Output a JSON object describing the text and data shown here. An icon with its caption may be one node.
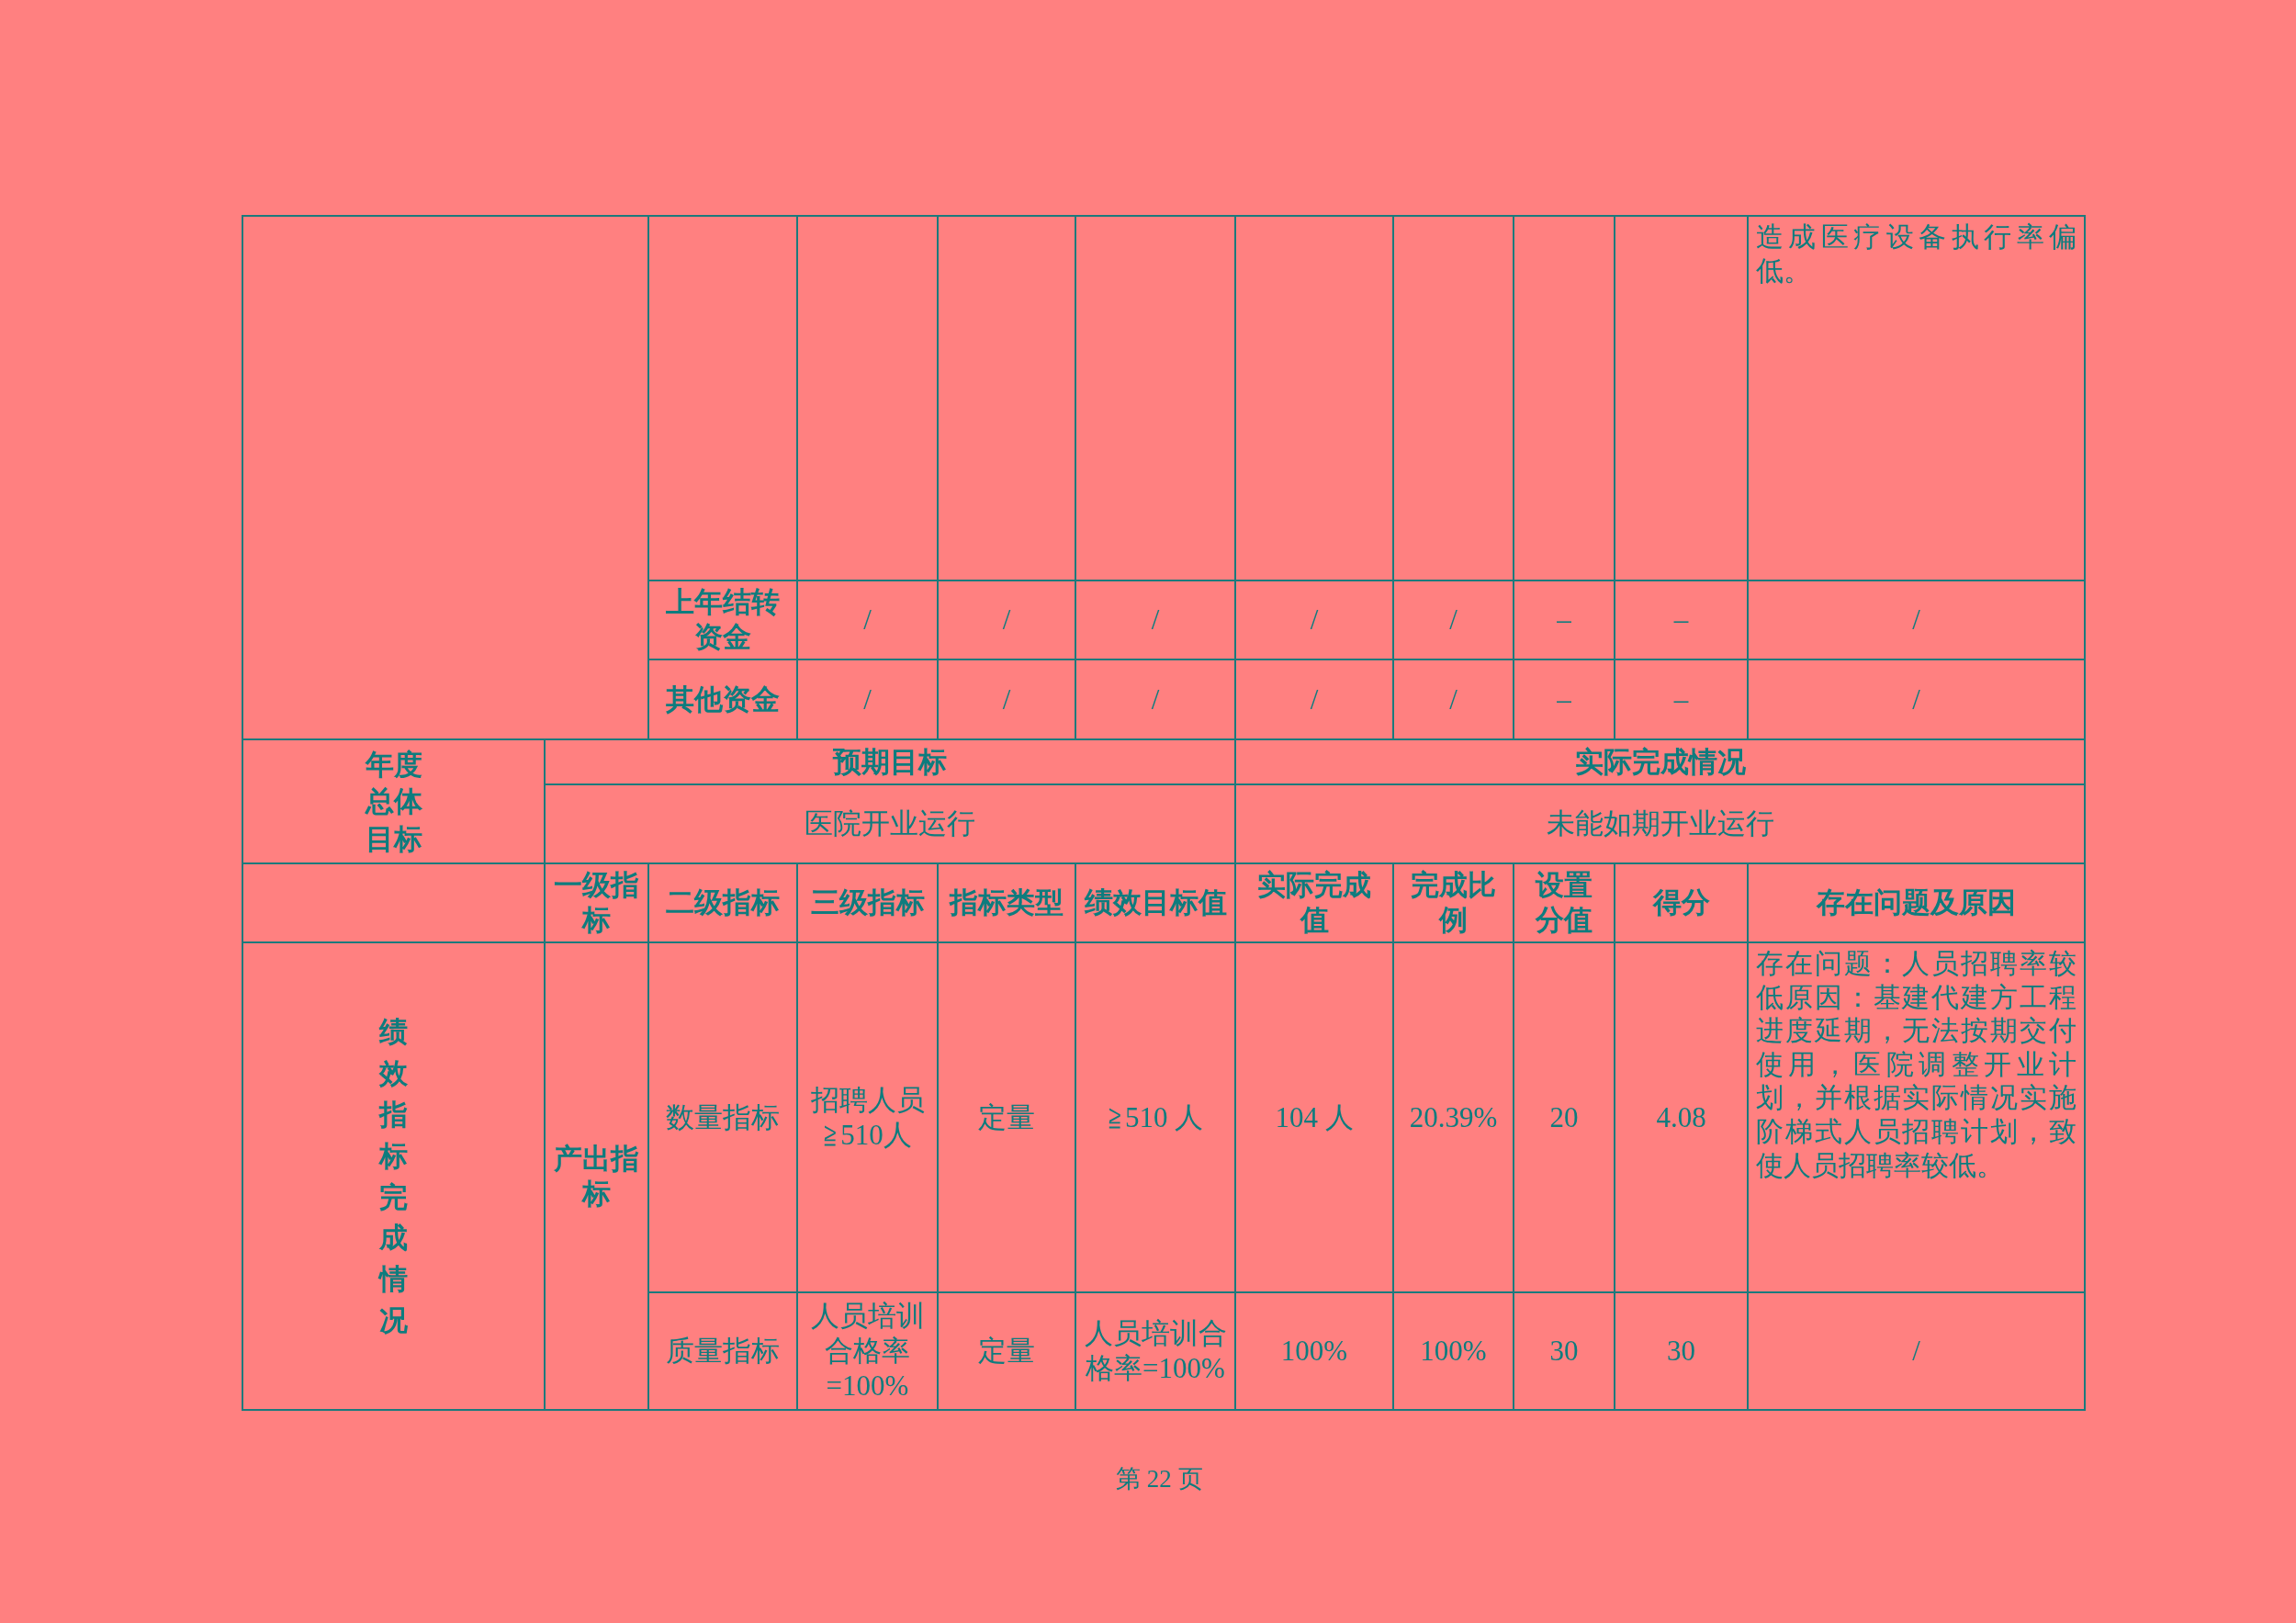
{
  "diagram": {
    "labels": [
      "造成医疗设备执行率偏低。",
      "上年结转资金",
      "/",
      "/",
      "/",
      "/",
      "/",
      "–",
      "–",
      "/",
      "其他资金",
      "/",
      "/",
      "/",
      "/",
      "/",
      "–",
      "–",
      "/",
      "年度总体目标",
      "预期目标",
      "实际完成情况",
      "医院开业运行",
      "未能如期开业运行",
      "一级指标",
      "二级指标",
      "三级指标",
      "指标类型",
      "绩效目标值",
      "实际完成值",
      "完成比例",
      "设置分值",
      "得分",
      "存在问题及原因",
      "绩效指标完成情况",
      "产出指标",
      "数量指标",
      "招聘人员≧510人",
      "定量",
      "≧510 人",
      "104 人",
      "20.39%",
      "20",
      "4.08",
      "存在问题：人员招聘率较低原因：基建代建方工程进度延期，无法按期交付使用，医院调整开业计划，并根据实际情况实施阶梯式人员招聘计划，致使人员招聘率较低。",
      "质量指标",
      "人员培训合格率=100%",
      "定量",
      "人员培训合格率=100%",
      "100%",
      "100%",
      "30",
      "30",
      "/",
      "第 22 页"
    ]
  }
}
